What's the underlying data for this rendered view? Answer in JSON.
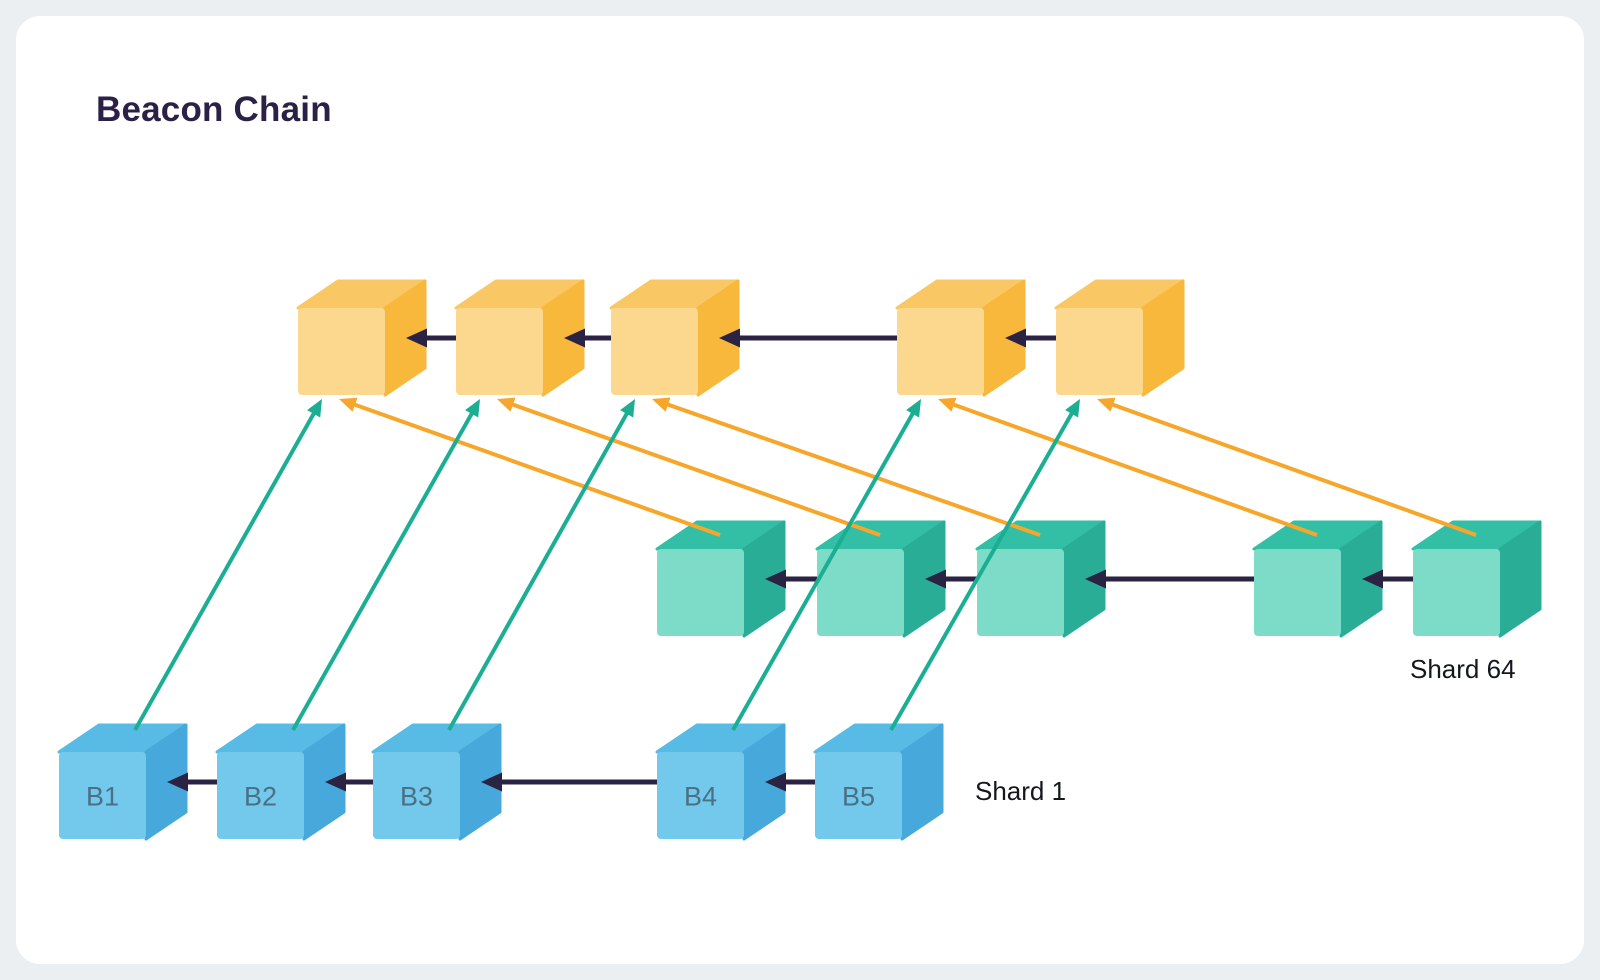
{
  "title": "Beacon Chain",
  "colors": {
    "background": "#ECEFF2",
    "card": "#FFFFFF",
    "title_text": "#2B2147",
    "block_label_text": "#4A7086",
    "caption_text": "#14181D",
    "parent_link_arrow": "#2A2343",
    "attestation_arrow": "#1BAE93",
    "crosslink_arrow": "#F6A72B",
    "beacon_cube": {
      "front": "#FCD88E",
      "top": "#F9C763",
      "side": "#F8B83C"
    },
    "shard64_cube": {
      "front": "#7DDCC8",
      "top": "#32BFA6",
      "side": "#2AAD96"
    },
    "shard1_cube": {
      "front": "#73C9EB",
      "top": "#58BBE6",
      "side": "#47A8DB"
    }
  },
  "beacon": {
    "blocks": [
      "",
      "",
      "",
      "",
      ""
    ]
  },
  "shard_64": {
    "caption": "Shard 64",
    "blocks": [
      "",
      "",
      "",
      "",
      ""
    ]
  },
  "shard_1": {
    "caption": "Shard 1",
    "blocks": [
      "B1",
      "B2",
      "B3",
      "B4",
      "B5"
    ]
  }
}
